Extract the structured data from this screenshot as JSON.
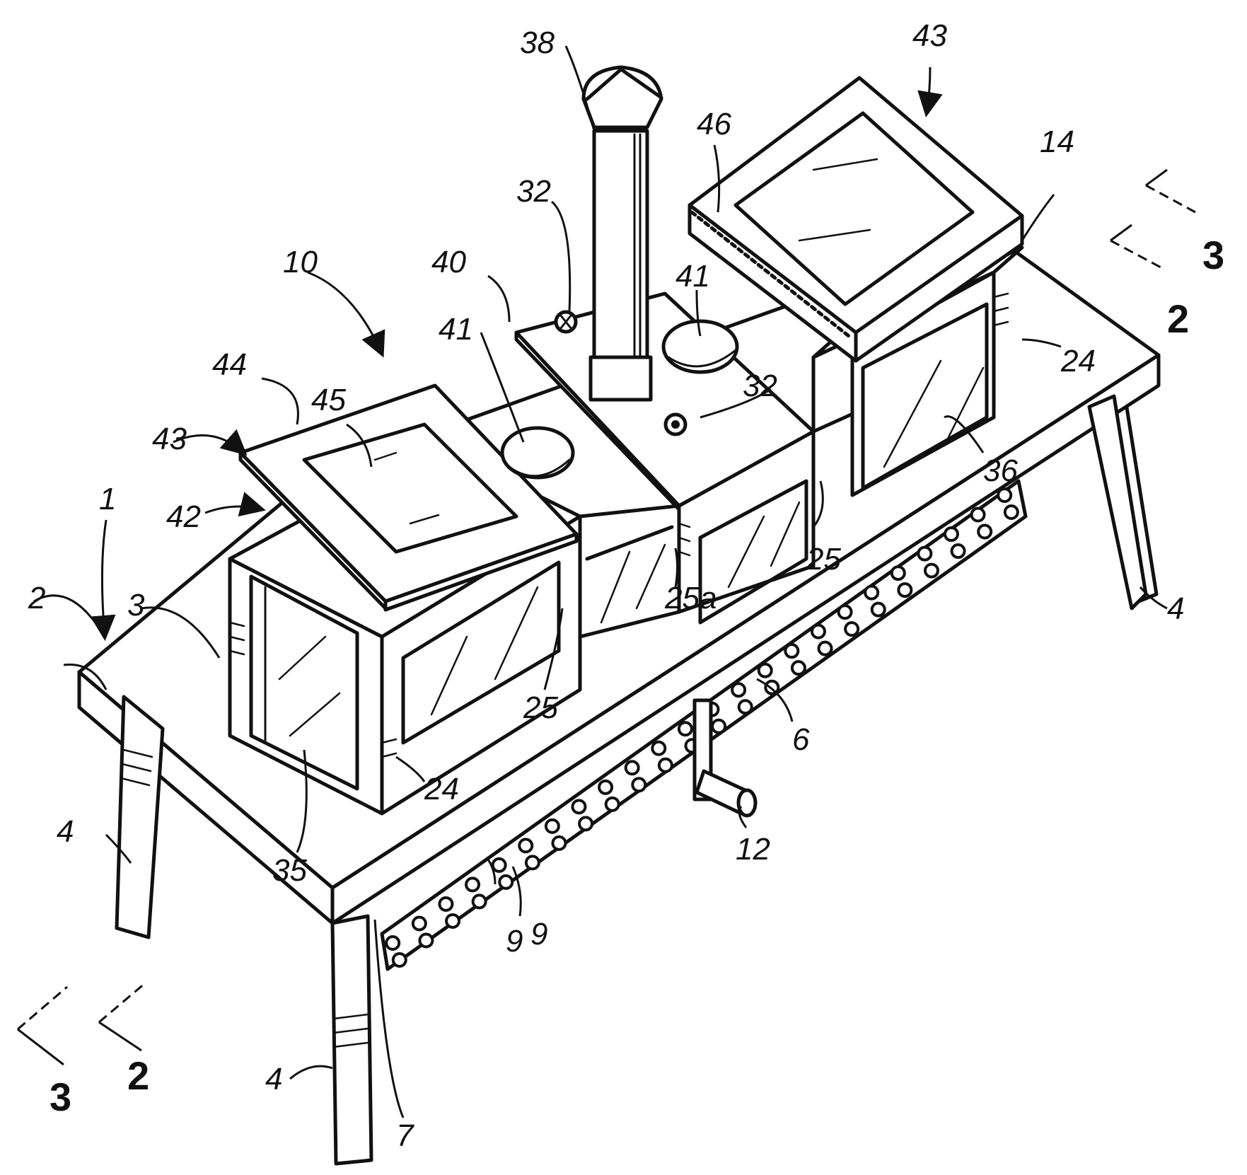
{
  "labels": {
    "l_1": "1",
    "l_2": "2",
    "l_3a": "3",
    "l_3b": "3",
    "l_4a": "4",
    "l_4b": "4",
    "l_4c": "4",
    "l_6": "6",
    "l_7": "7",
    "l_9a": "9",
    "l_9b": "9",
    "l_10": "10",
    "l_12": "12",
    "l_14": "14",
    "l_24a": "24",
    "l_24b": "24",
    "l_25a": "25",
    "l_25b": "25",
    "l_25c": "25a",
    "l_32a": "32",
    "l_32b": "32",
    "l_35": "35",
    "l_36": "36",
    "l_38": "38",
    "l_40": "40",
    "l_41a": "41",
    "l_41b": "41",
    "l_42": "42",
    "l_43a": "43",
    "l_43b": "43",
    "l_44": "44",
    "l_45": "45",
    "l_46": "46"
  },
  "section_marks": {
    "s2_right": "2",
    "s3_right": "3",
    "s2_left": "2",
    "s3_left": "3"
  }
}
